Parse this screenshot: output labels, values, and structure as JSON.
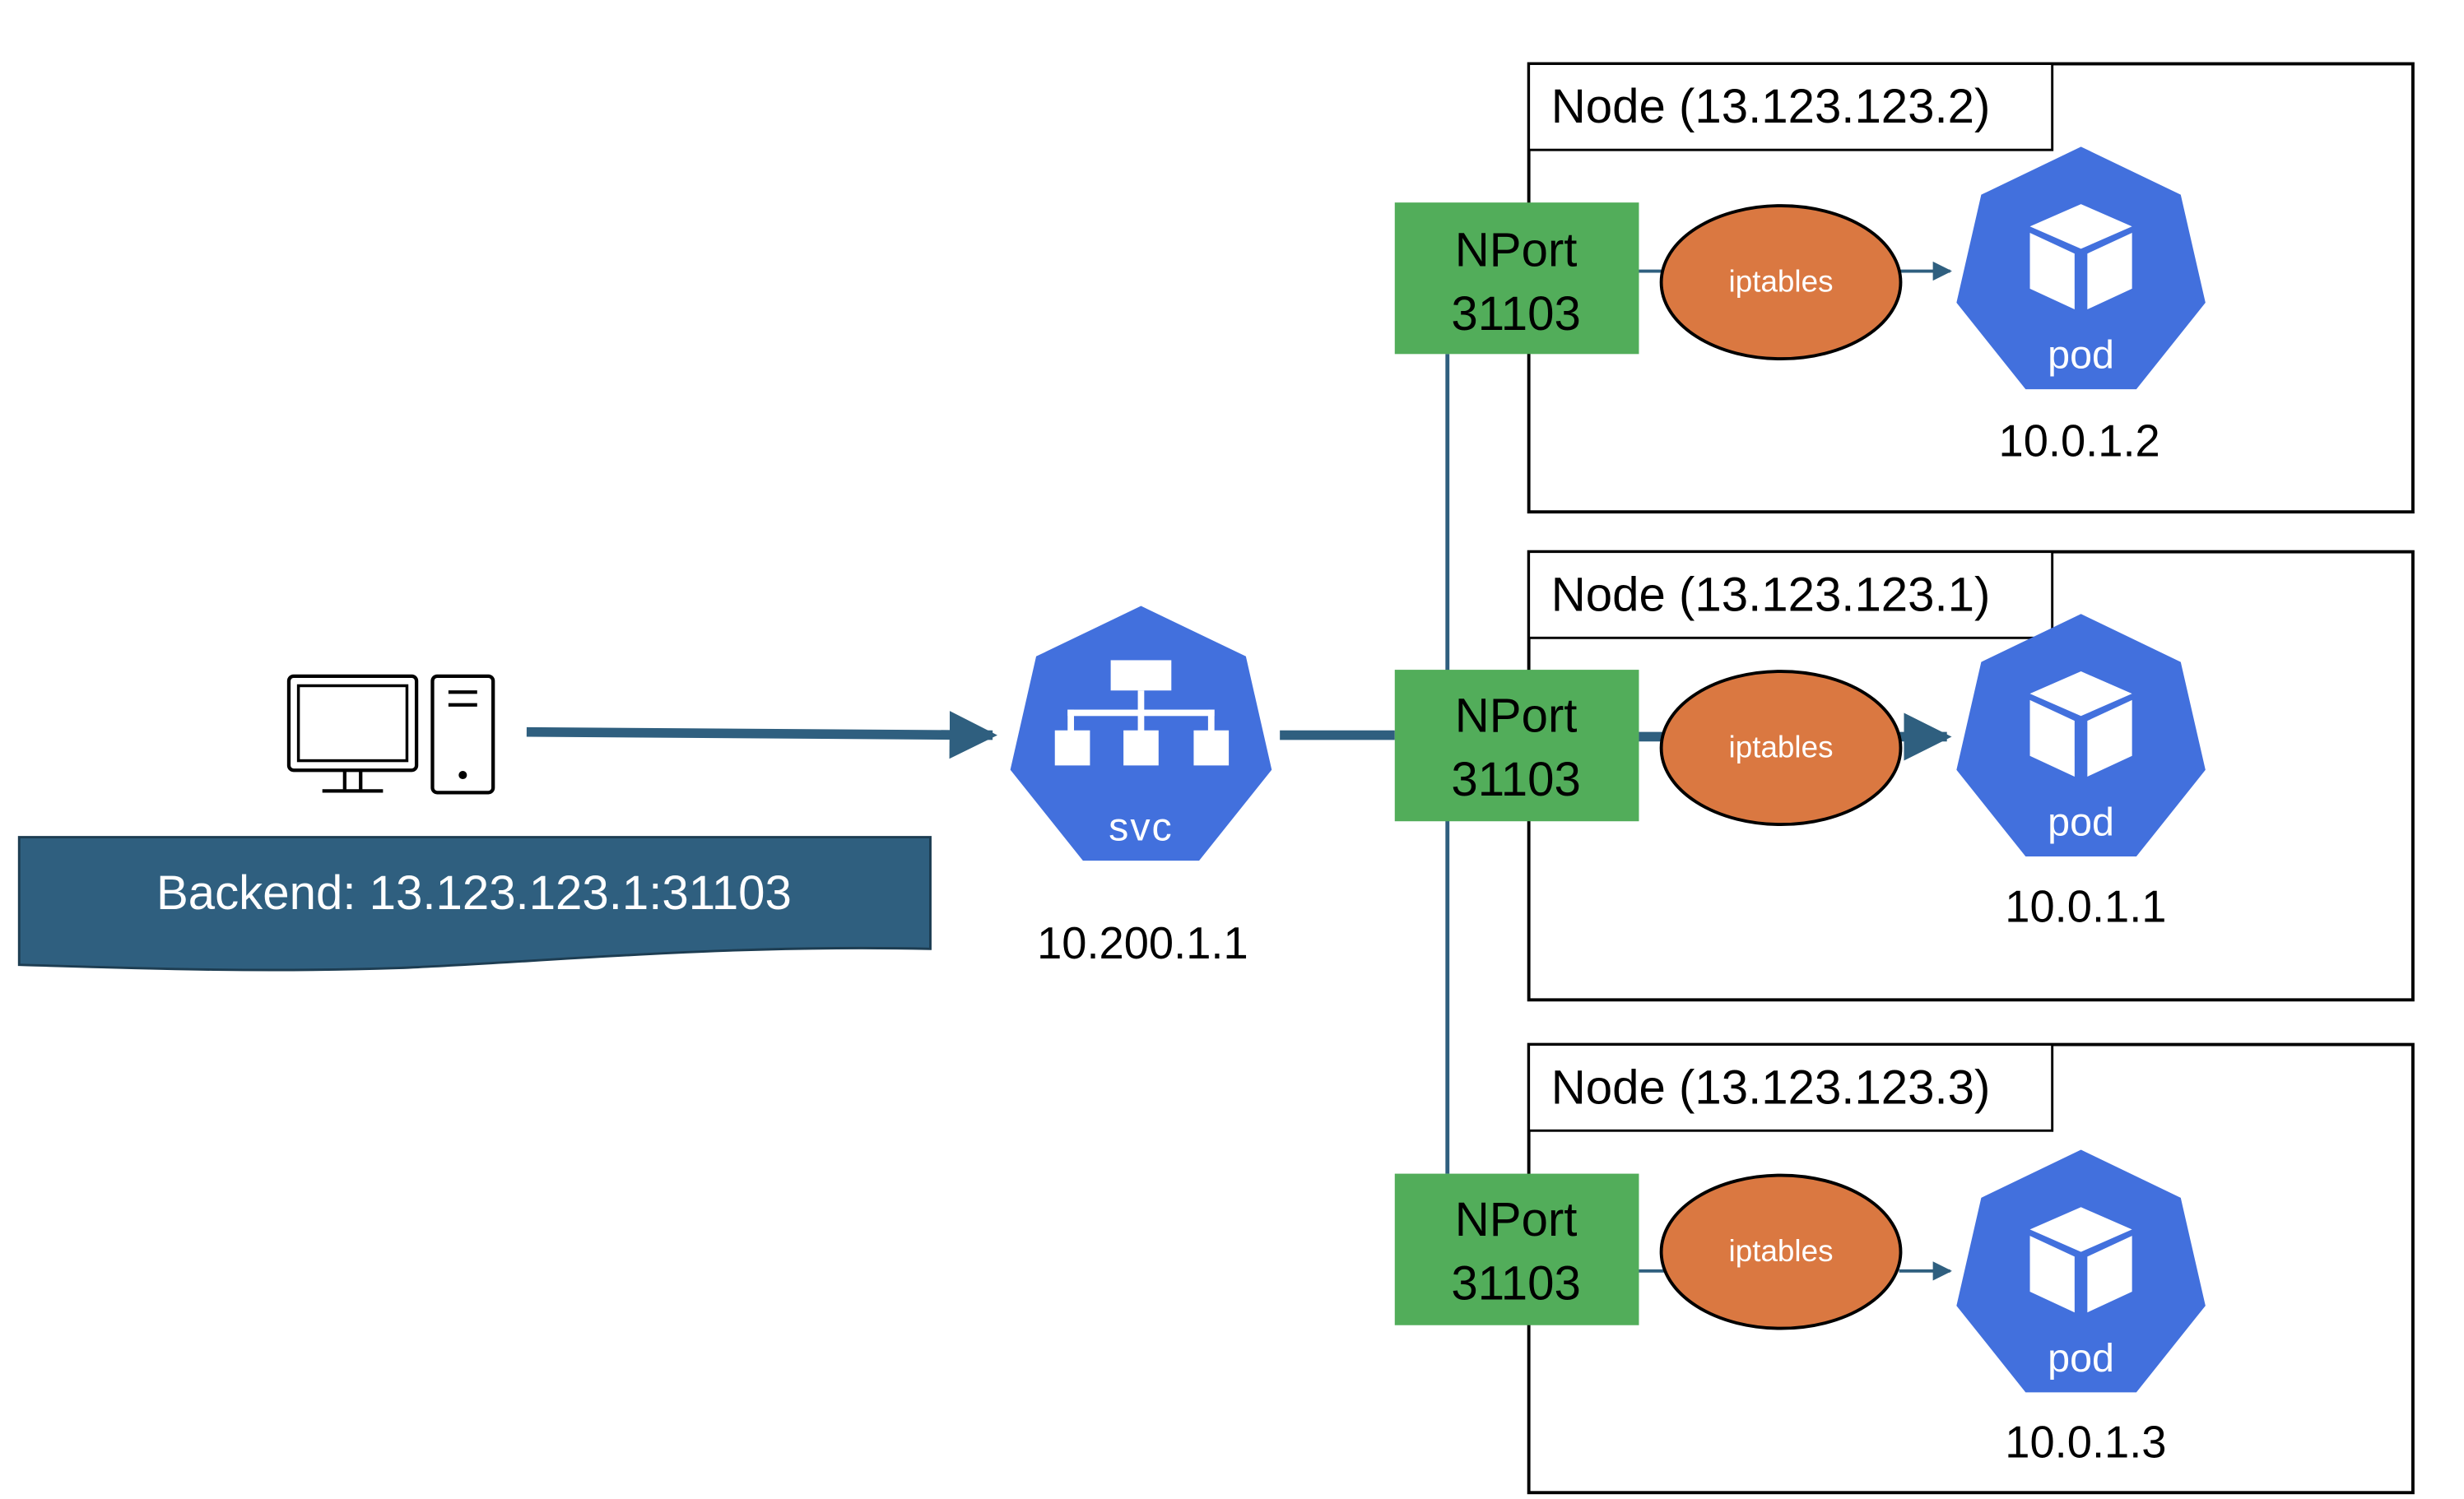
{
  "client": {
    "icon": "desktop-computer-icon",
    "banner": "Backend: 13.123.123.1:31103"
  },
  "service": {
    "icon": "kubernetes-service-icon",
    "label": "svc",
    "ip": "10.200.1.1"
  },
  "nodes": [
    {
      "title": "Node (13.123.123.2)",
      "nport_name": "NPort",
      "nport_number": "31103",
      "iptables": "iptables",
      "pod_label": "pod",
      "pod_ip": "10.0.1.2"
    },
    {
      "title": "Node (13.123.123.1)",
      "nport_name": "NPort",
      "nport_number": "31103",
      "iptables": "iptables",
      "pod_label": "pod",
      "pod_ip": "10.0.1.1"
    },
    {
      "title": "Node (13.123.123.3)",
      "nport_name": "NPort",
      "nport_number": "31103",
      "iptables": "iptables",
      "pod_label": "pod",
      "pod_ip": "10.0.1.3"
    }
  ],
  "colors": {
    "kubernetes_blue": "#4270DD",
    "nport_green": "#52AD5A",
    "iptables_orange": "#DA7841",
    "banner_navy": "#2F5F7F",
    "connector": "#2F5F7F"
  }
}
